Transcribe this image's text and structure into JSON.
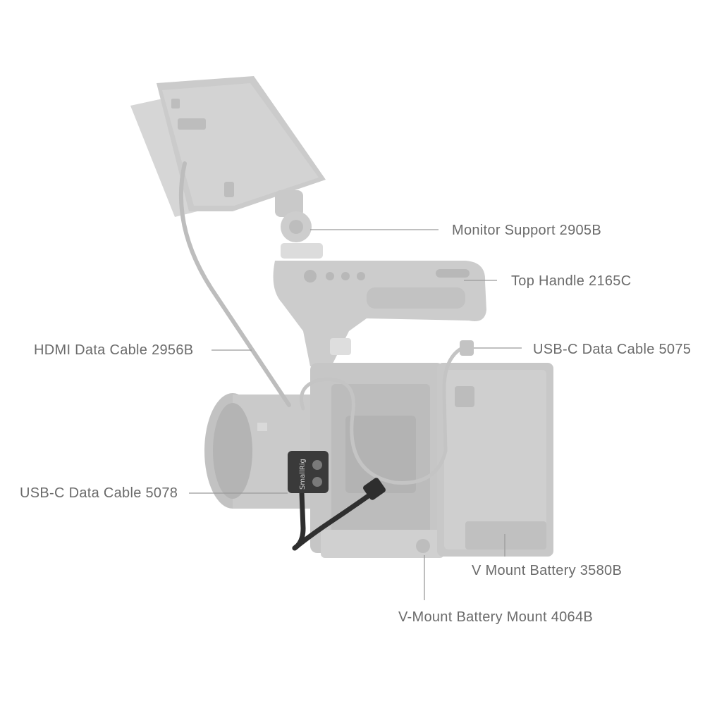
{
  "image": {
    "subject": "camera-cage-kit-with-accessories",
    "brand": "SmallRig",
    "colors": {
      "background": "#ffffff",
      "faded_parts": "#cfcfcf",
      "faded_parts_dark": "#b9b9b9",
      "highlight_part": "#3c3c3c",
      "leader_line": "#9a9a9a",
      "label_text": "#6b6b6b"
    }
  },
  "callouts": [
    {
      "id": "monitor-support",
      "text": "Monitor Support 2905B"
    },
    {
      "id": "top-handle",
      "text": "Top Handle 2165C"
    },
    {
      "id": "hdmi-cable",
      "text": "HDMI Data Cable 2956B"
    },
    {
      "id": "usbc-5075",
      "text": "USB-C Data Cable 5075"
    },
    {
      "id": "usbc-5078",
      "text": "USB-C Data Cable 5078"
    },
    {
      "id": "vmount-battery",
      "text": "V Mount Battery 3580B"
    },
    {
      "id": "vmount-mount",
      "text": "V-Mount Battery Mount 4064B"
    }
  ]
}
